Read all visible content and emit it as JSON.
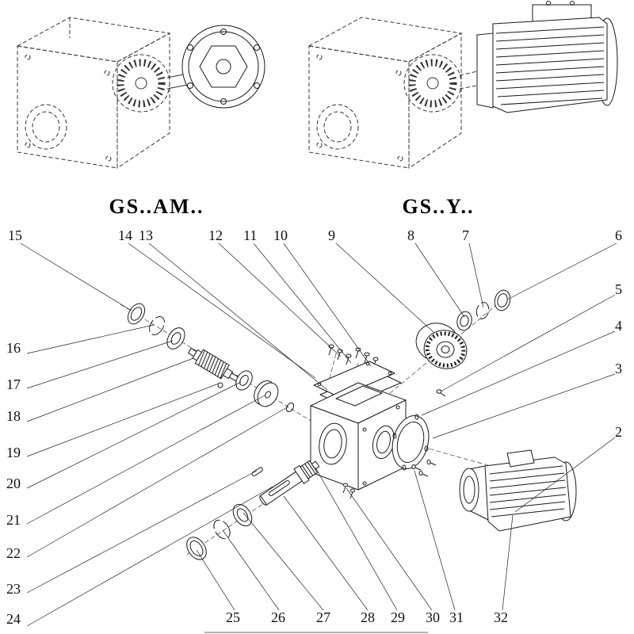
{
  "colors": {
    "background": "#ffffff",
    "line": "#1a1a1a",
    "phantom_line": "#333333"
  },
  "models": [
    {
      "label": "GS..AM.."
    },
    {
      "label": "GS..Y.."
    }
  ],
  "callouts": {
    "n2": "2",
    "n3": "3",
    "n4": "4",
    "n5": "5",
    "n6": "6",
    "n7": "7",
    "n8": "8",
    "n9": "9",
    "n10": "10",
    "n11": "11",
    "n12": "12",
    "n13": "13",
    "n14": "14",
    "n15": "15",
    "n16": "16",
    "n17": "17",
    "n18": "18",
    "n19": "19",
    "n20": "20",
    "n21": "21",
    "n22": "22",
    "n23": "23",
    "n24": "24",
    "n25": "25",
    "n26": "26",
    "n27": "27",
    "n28": "28",
    "n29": "29",
    "n30": "30",
    "n31": "31",
    "n32": "32"
  }
}
